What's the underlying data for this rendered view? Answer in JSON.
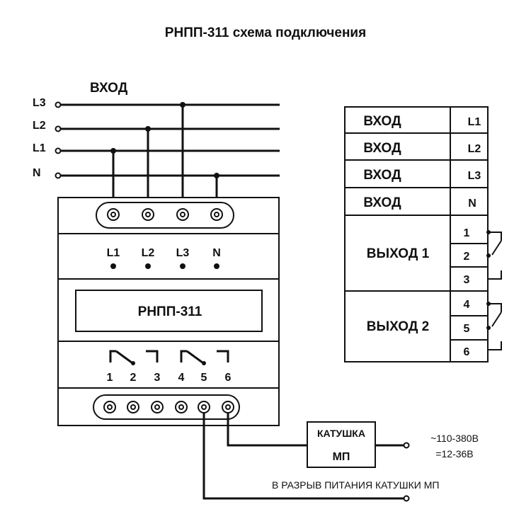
{
  "title": "РНПП-311 схема подключения",
  "input_header": "ВХОД",
  "lines": [
    "L3",
    "L2",
    "L1",
    "N"
  ],
  "device": {
    "name": "РНПП-311",
    "terminal_labels": [
      "L1",
      "L2",
      "L3",
      "N"
    ],
    "relay_numbers": [
      "1",
      "2",
      "3",
      "4",
      "5",
      "6"
    ]
  },
  "coil": {
    "line1": "КАТУШКА",
    "line2": "МП"
  },
  "supply": {
    "line1": "~110-380В",
    "line2": "=12-36В"
  },
  "break_note": "В РАЗРЫВ ПИТАНИЯ КАТУШКИ  МП",
  "table": {
    "inputs": [
      {
        "label": "ВХОД",
        "terminal": "L1"
      },
      {
        "label": "ВХОД",
        "terminal": "L2"
      },
      {
        "label": "ВХОД",
        "terminal": "L3"
      },
      {
        "label": "ВХОД",
        "terminal": "N"
      }
    ],
    "outputs": [
      {
        "label": "ВЫХОД 1",
        "pins": [
          "1",
          "2",
          "3"
        ]
      },
      {
        "label": "ВЫХОД 2",
        "pins": [
          "4",
          "5",
          "6"
        ]
      }
    ]
  }
}
